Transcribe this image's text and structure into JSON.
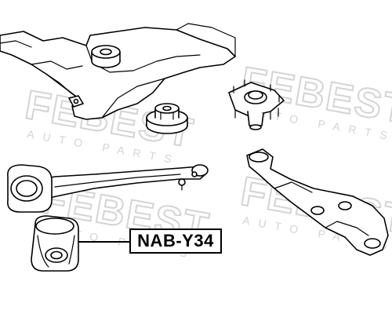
{
  "watermark": {
    "brand": "FEBEST",
    "tagline": "AUTO PARTS",
    "color": "#d4d4d4"
  },
  "callout": {
    "part_number": "NAB-Y34"
  },
  "colors": {
    "line": "#000000",
    "background": "#ffffff"
  }
}
